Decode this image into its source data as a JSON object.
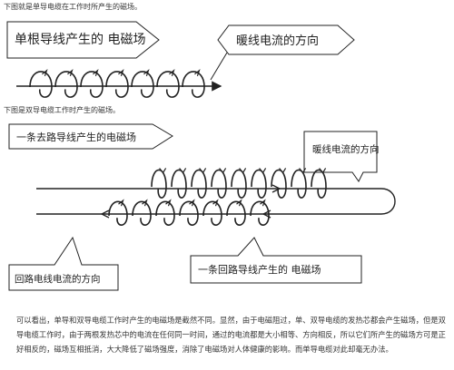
{
  "captions": {
    "top": "下图就是单导电缆在工作时所产生的磁场。",
    "middle": "下图是双导电缆工作时产生的磁场。"
  },
  "labels": {
    "single_field": "单根导线产生的 电磁场",
    "single_current": "暖线电流的方向",
    "loop_field_top": "一条去路导线产生的电磁场",
    "double_current": "暖线电流的方向",
    "return_current": "回路电线电流的方向",
    "return_field": "一条回路导线产生的 电磁场"
  },
  "paragraph": "可以看出，单导和双导电缆工作时产生的电磁场是截然不同。显然，由于电磁阻过，单、双导电缆的发热芯都会产生磁场，但是双导电缆工作时，由于两根发热芯中的电流在任何同一时间，通过的电流都是大小相等、方向相反，所以它们所产生的磁场方可是正好相反的，磁场互相抵消，大大降低了磁场强度，消除了电磁场对人体健康的影响。而单导电缆对此却毫无办法。"
}
